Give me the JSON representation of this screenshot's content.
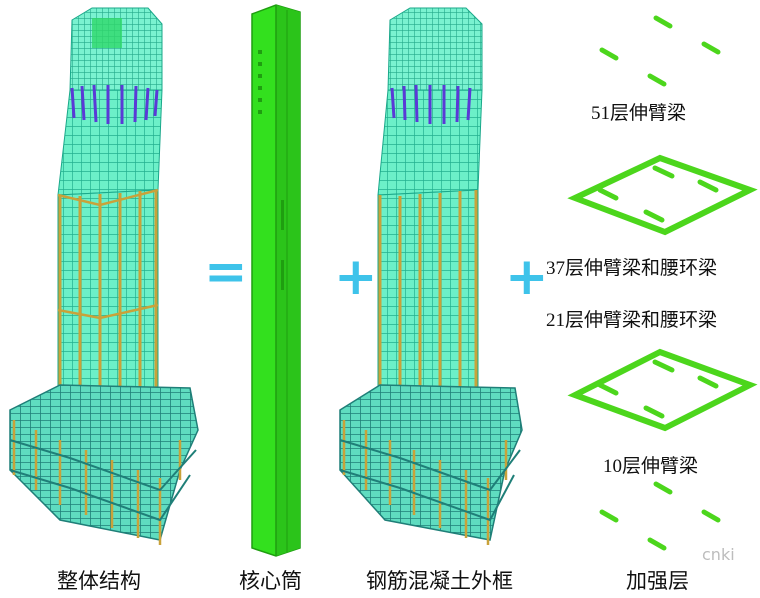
{
  "captions": {
    "whole": "整体结构",
    "core": "核心筒",
    "frame": "钢筋混凝土外框",
    "strengthen": "加强层"
  },
  "levels": {
    "l51": "51层伸臂梁",
    "l37": "37层伸臂梁和腰环梁",
    "l21": "21层伸臂梁和腰环梁",
    "l10": "10层伸臂梁"
  },
  "operators": {
    "equals": "=",
    "plus1": "+",
    "plus2": "+"
  },
  "watermark": "cnki",
  "colors": {
    "frame": "#3fe0b8",
    "frame_dark": "#1aa88a",
    "column": "#c9a23a",
    "core": "#33e01e",
    "core_dark": "#1f9e10",
    "beam": "#4cd61c",
    "braces": "#5a3ad6",
    "operator": "#3ec3ea"
  }
}
